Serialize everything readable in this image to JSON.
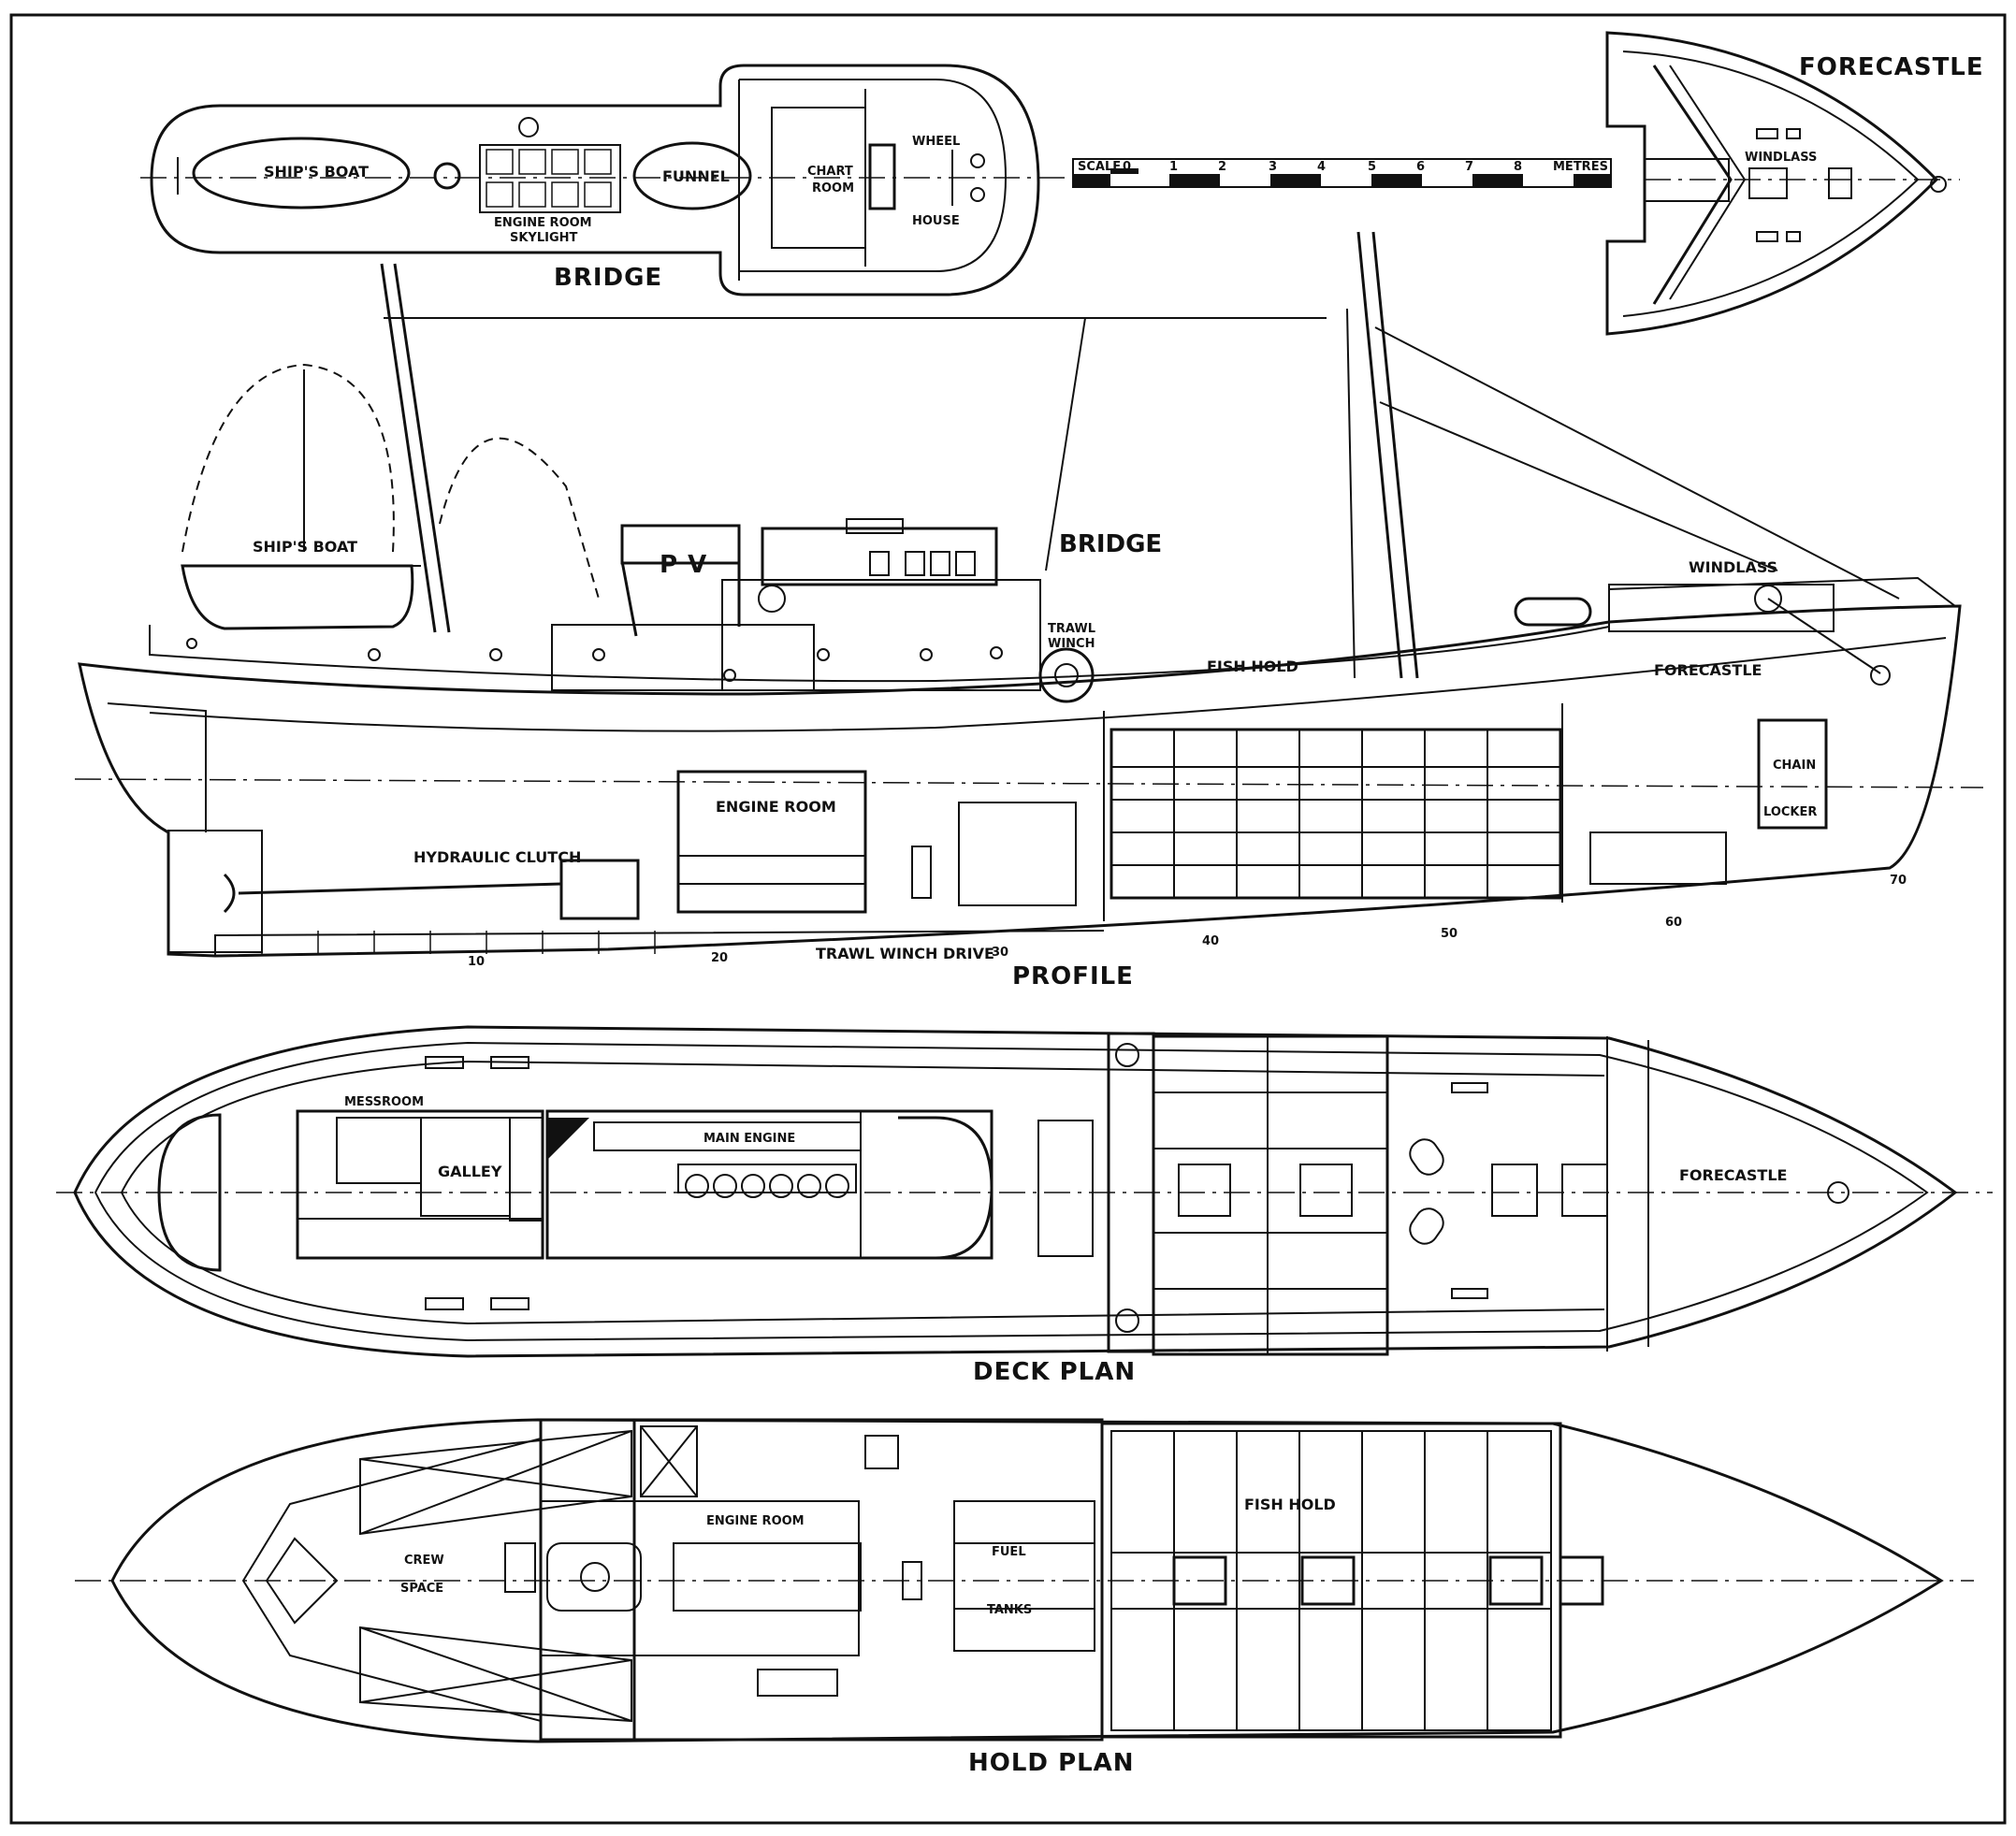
{
  "labels": {
    "bridge_plan": {
      "ships_boat": "SHIP'S BOAT",
      "funnel": "FUNNEL",
      "engine_room_skylight_1": "ENGINE ROOM",
      "engine_room_skylight_2": "SKYLIGHT",
      "chart_room_1": "CHART",
      "chart_room_2": "ROOM",
      "wheel_house_1": "WHEEL",
      "wheel_house_2": "HOUSE",
      "title": "BRIDGE"
    },
    "scale": {
      "prefix": "SCALE",
      "ticks": [
        "0",
        "1",
        "2",
        "3",
        "4",
        "5",
        "6",
        "7",
        "8"
      ],
      "unit": "METRES"
    },
    "forecastle_plan": {
      "title": "FORECASTLE",
      "windlass": "WINDLASS"
    },
    "profile": {
      "ships_boat": "SHIP'S BOAT",
      "bridge": "BRIDGE",
      "windlass": "WINDLASS",
      "trawl_winch_1": "TRAWL",
      "trawl_winch_2": "WINCH",
      "fish_hold": "FISH HOLD",
      "forecastle": "FORECASTLE",
      "chain_locker_1": "CHAIN",
      "chain_locker_2": "LOCKER",
      "engine_room": "ENGINE ROOM",
      "hydraulic_clutch": "HYDRAULIC CLUTCH",
      "trawl_winch_drive": "TRAWL WINCH DRIVE",
      "frame_numbers": [
        "10",
        "20",
        "30",
        "40",
        "50",
        "60",
        "70"
      ],
      "boat_letters": "P V",
      "title": "PROFILE"
    },
    "deck_plan": {
      "messroom": "MESSROOM",
      "galley": "GALLEY",
      "main_engine": "MAIN ENGINE",
      "forecastle": "FORECASTLE",
      "title": "DECK PLAN"
    },
    "hold_plan": {
      "crew_space_1": "CREW",
      "crew_space_2": "SPACE",
      "engine_room": "ENGINE ROOM",
      "fuel_tanks_1": "FUEL",
      "fuel_tanks_2": "TANKS",
      "fish_hold": "FISH HOLD",
      "title": "HOLD PLAN"
    }
  }
}
